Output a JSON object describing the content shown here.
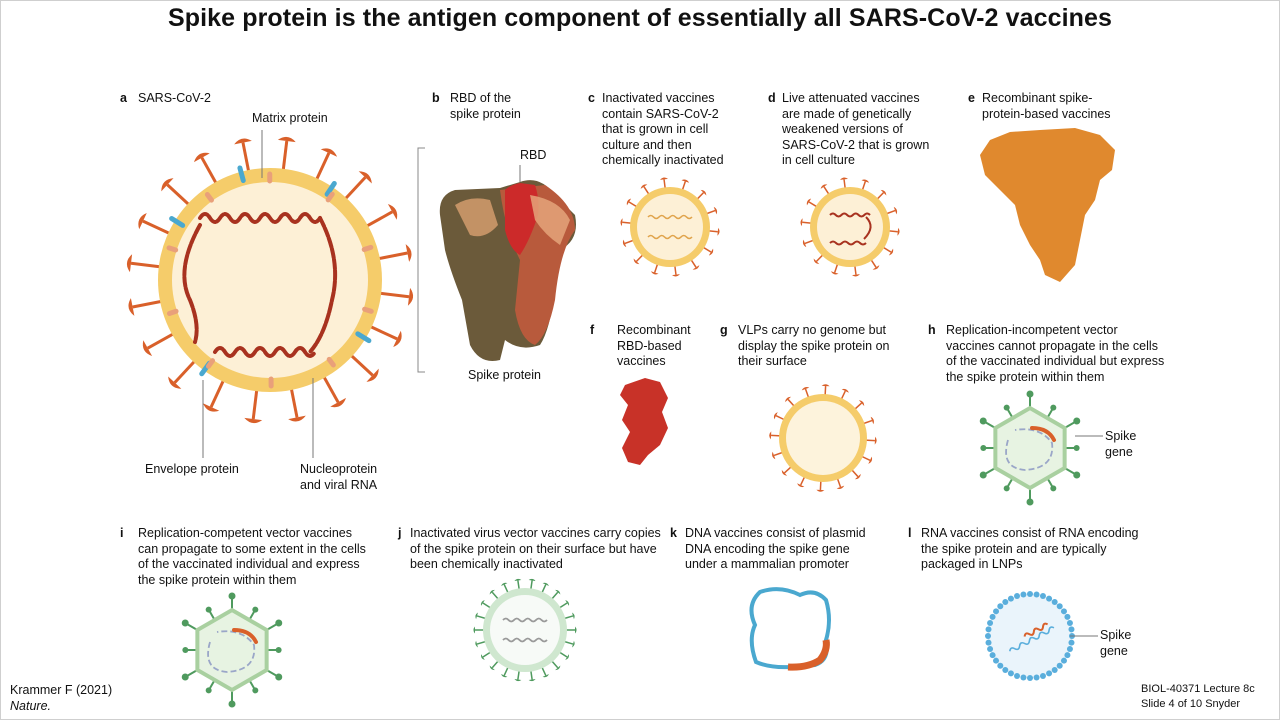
{
  "title": "Spike protein is the antigen component of essentially all SARS-CoV-2 vaccines",
  "panels": {
    "a": {
      "letter": "a",
      "text": "SARS-CoV-2"
    },
    "b": {
      "letter": "b",
      "text": "RBD of the spike protein"
    },
    "c": {
      "letter": "c",
      "text": "Inactivated vaccines contain SARS-CoV-2 that is grown in cell culture and then chemically inactivated"
    },
    "d": {
      "letter": "d",
      "text": "Live attenuated vaccines are made of genetically weakened versions of SARS-CoV-2 that is grown in cell culture"
    },
    "e": {
      "letter": "e",
      "text": "Recombinant spike-protein-based vaccines"
    },
    "f": {
      "letter": "f",
      "text": "Recombinant RBD-based vaccines"
    },
    "g": {
      "letter": "g",
      "text": "VLPs carry no genome but display the spike protein on their surface"
    },
    "h": {
      "letter": "h",
      "text": "Replication-incompetent vector vaccines cannot propagate in the cells of the vaccinated individual but express the spike protein within them"
    },
    "i": {
      "letter": "i",
      "text": "Replication-competent vector vaccines can propagate to some extent in the cells of the vaccinated individual and express the spike protein within them"
    },
    "j": {
      "letter": "j",
      "text": "Inactivated virus vector vaccines carry copies of the spike protein on their surface but have been chemically inactivated"
    },
    "k": {
      "letter": "k",
      "text": "DNA vaccines consist of plasmid DNA encoding the spike gene under a mammalian promoter"
    },
    "l": {
      "letter": "l",
      "text": "RNA vaccines consist of RNA encoding the spike protein and are typically packaged in LNPs"
    }
  },
  "labels": {
    "matrix_protein": "Matrix protein",
    "envelope_protein": "Envelope protein",
    "nucleoprotein": "Nucleoprotein and viral RNA",
    "rbd": "RBD",
    "spike_protein": "Spike protein",
    "spike_gene_h": "Spike gene",
    "spike_gene_l": "Spike gene"
  },
  "footer": {
    "citation": "Krammer F (2021)",
    "journal": "Nature.",
    "course": "BIOL-40371 Lecture 8c",
    "slide": "Slide 4 of 10 Snyder"
  },
  "colors": {
    "spike_orange": "#d9602a",
    "membrane_yellow": "#f5cc6a",
    "interior_cream": "#fdf0d6",
    "rna_red": "#a8321f",
    "envelope_blue": "#4aa8cf",
    "vector_green": "#4f9a5e",
    "protein_brown": "#6b5a3a",
    "rbd_red": "#c83228",
    "recombinant_orange": "#e0892e"
  }
}
